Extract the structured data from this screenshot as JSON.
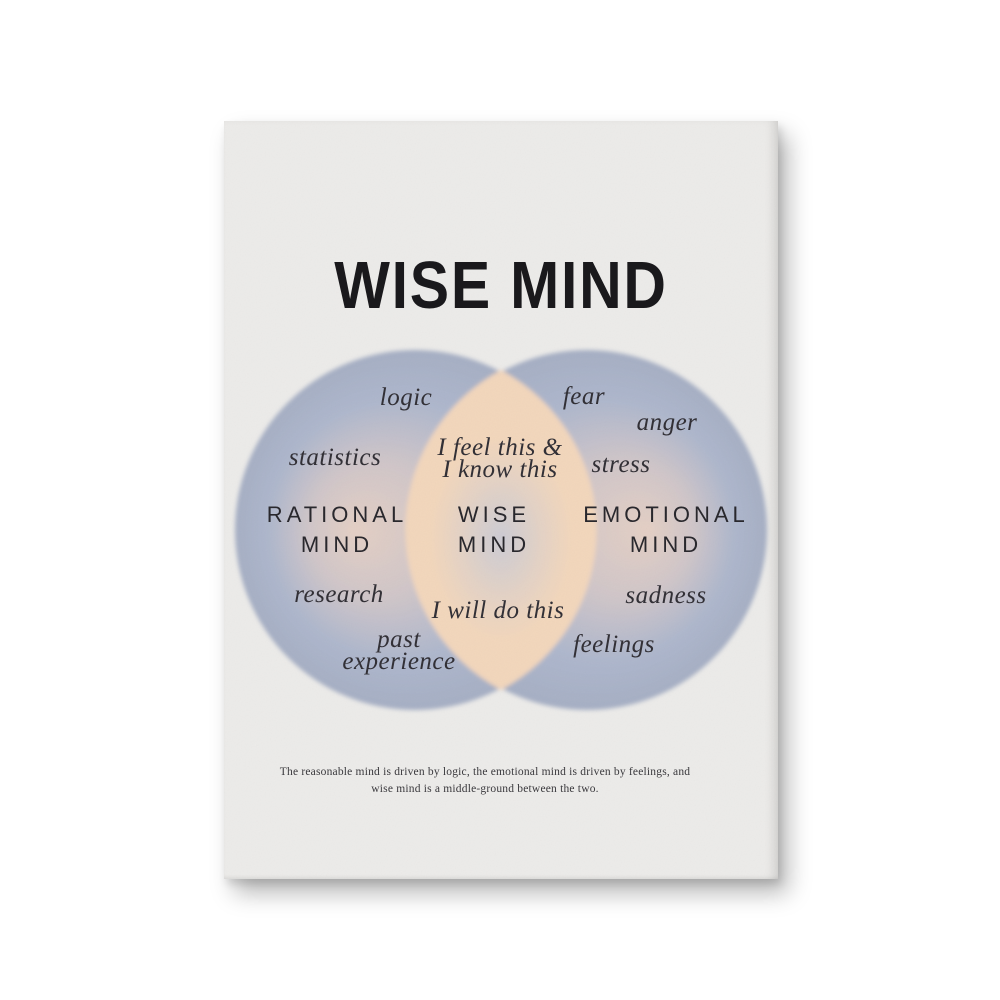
{
  "poster": {
    "title": "WISE MIND",
    "venn": {
      "left": {
        "label": "RATIONAL\nMIND",
        "items": [
          "logic",
          "statistics",
          "research",
          "past\nexperience"
        ]
      },
      "center": {
        "label": "WISE\nMIND",
        "items": [
          "I feel this &\nI know this",
          "I will do this"
        ]
      },
      "right": {
        "label": "EMOTIONAL\nMIND",
        "items": [
          "fear",
          "anger",
          "stress",
          "sadness",
          "feelings"
        ]
      }
    },
    "caption": "The reasonable mind is driven by logic, the emotional mind is driven by feelings, and\nwise mind is a middle-ground between the two.",
    "colors": {
      "page_background": "#ffffff",
      "poster_background": "#ecebe9",
      "circle_blue_rim": "#a5aec3",
      "circle_peach_glow": "#e4cfc4",
      "lens_peach": "#f2d6bb",
      "lens_blue_spot": "#c5c9d8",
      "title_text": "#1a191c",
      "label_text": "#2e2d32"
    }
  }
}
